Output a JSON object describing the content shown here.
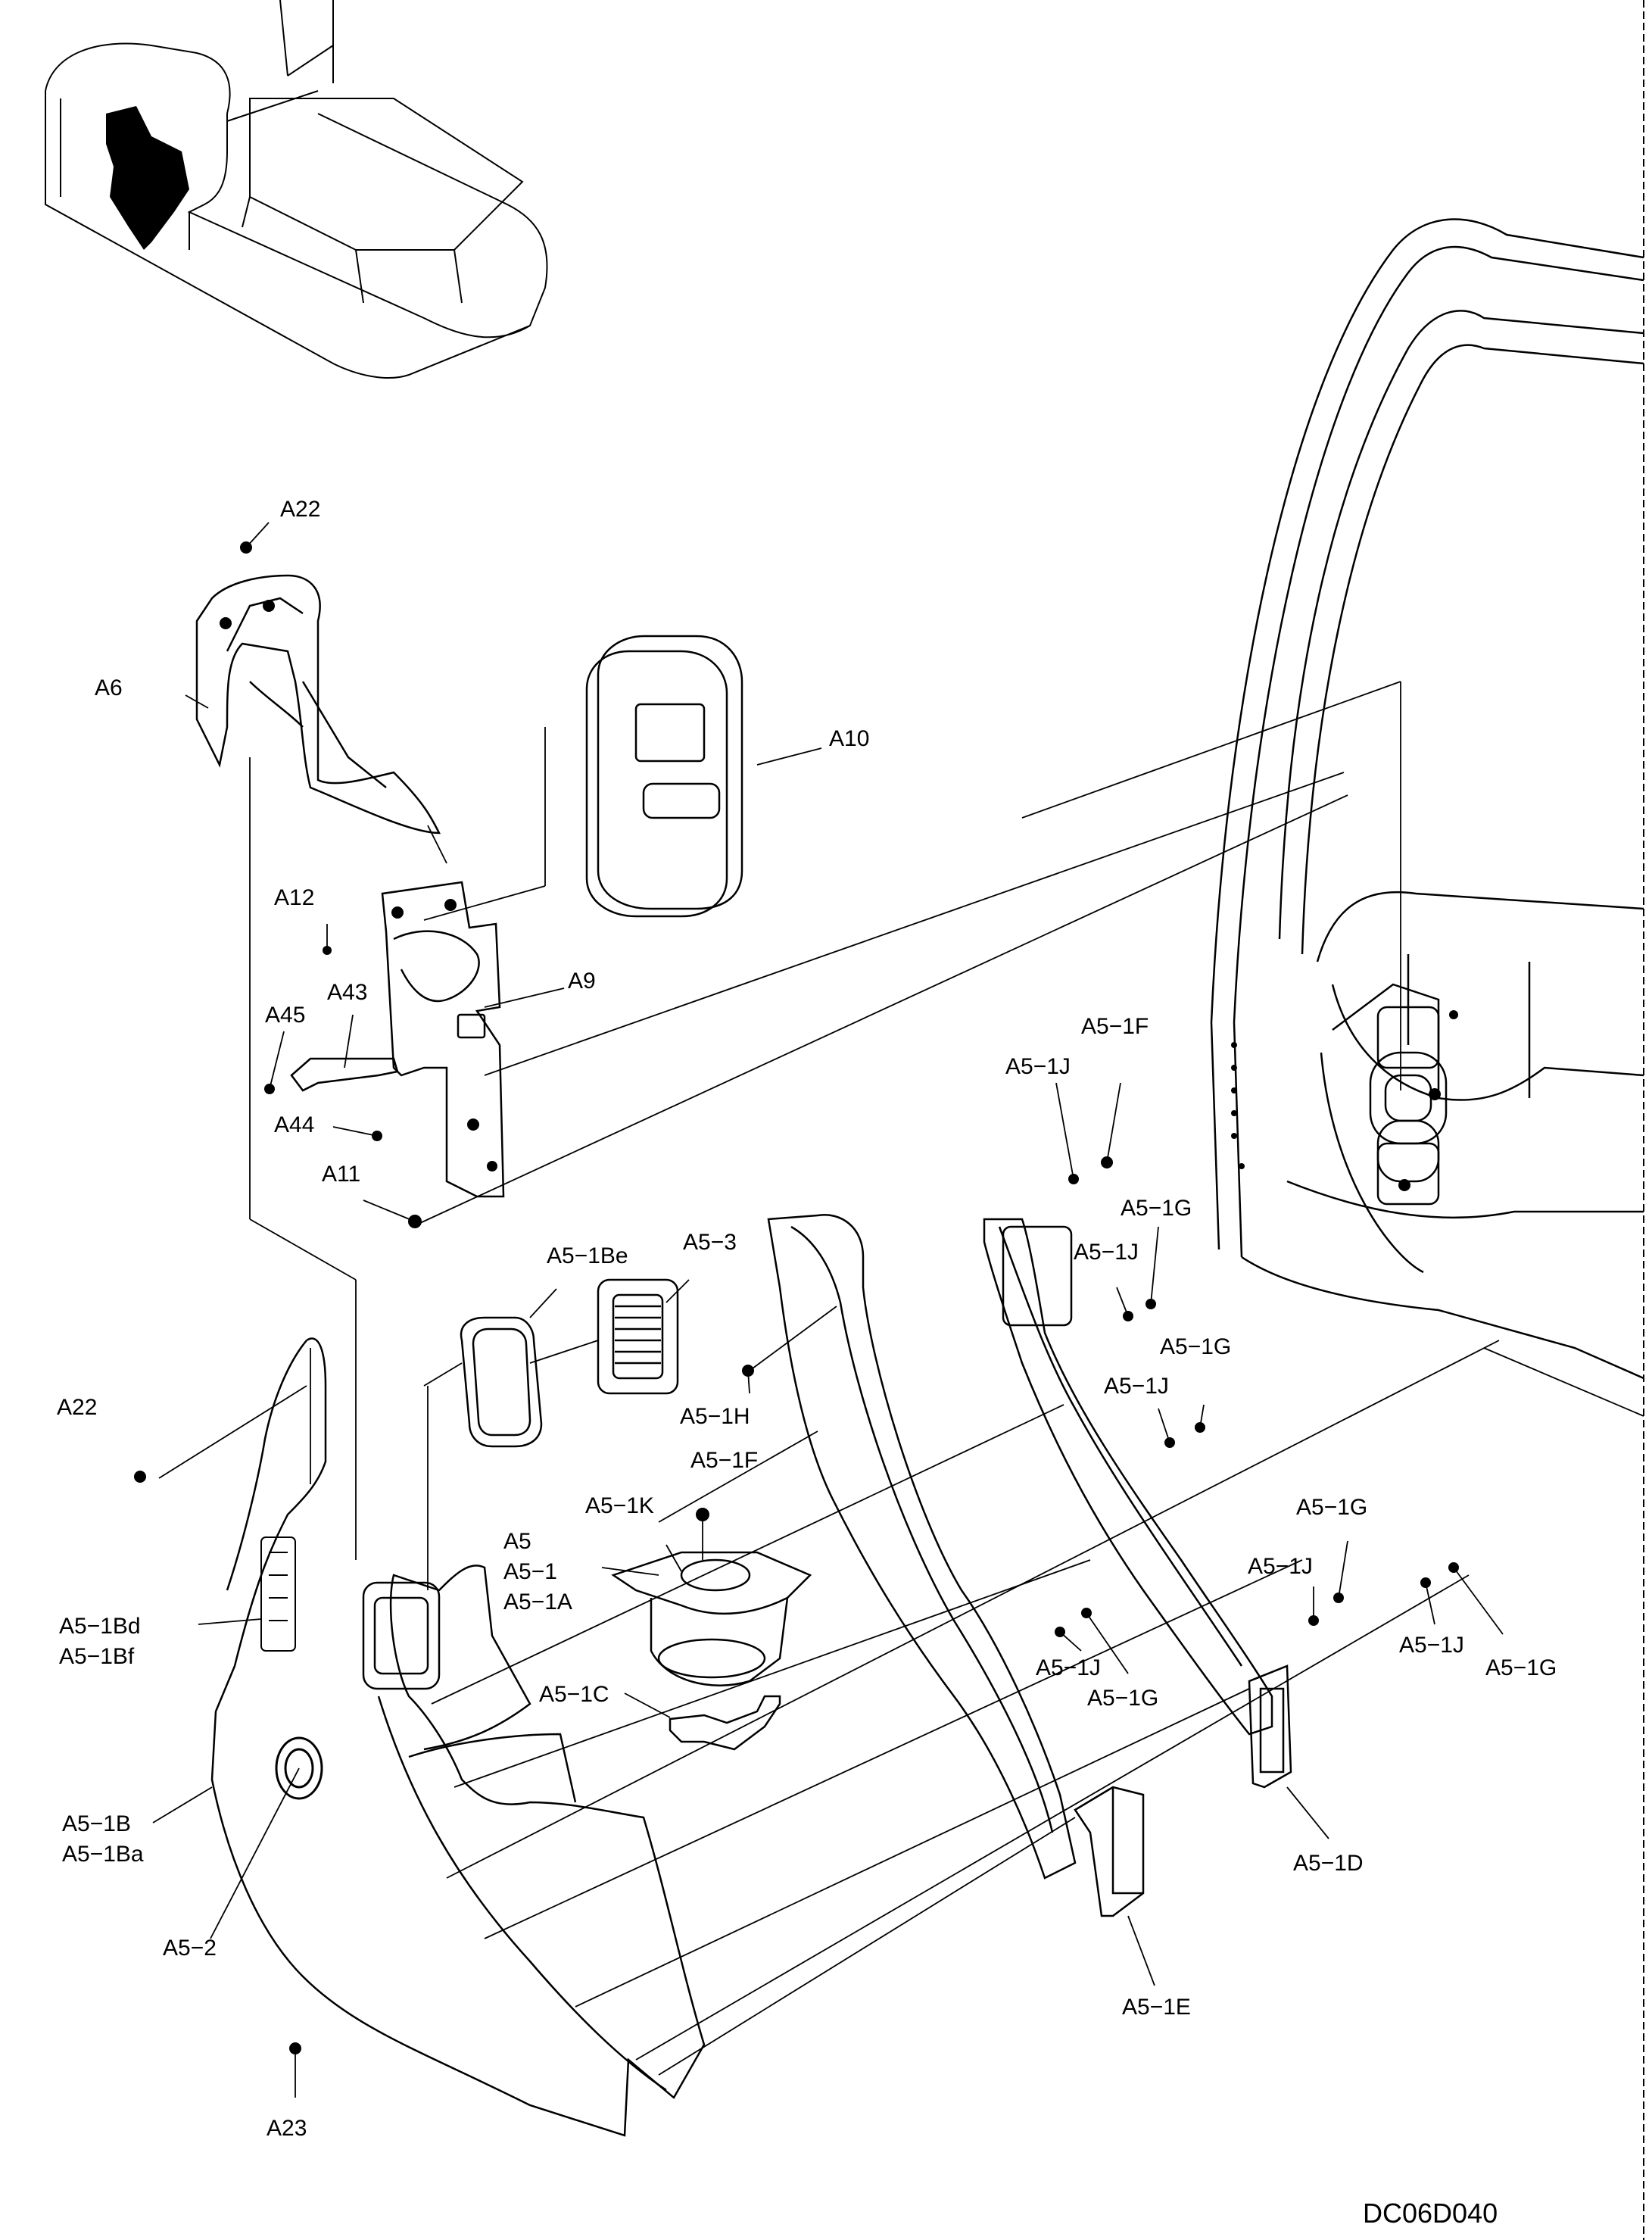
{
  "drawing_code": "DC06D040",
  "labels": {
    "a22_top": "A22",
    "a6": "A6",
    "a10": "A10",
    "a12": "A12",
    "a9": "A9",
    "a43": "A43",
    "a45": "A45",
    "a44": "A44",
    "a11": "A11",
    "a5_1f_top": "A5−1F",
    "a5_1j_top": "A5−1J",
    "a5_1g_1": "A5−1G",
    "a5_1j_2": "A5−1J",
    "a5_1g_2": "A5−1G",
    "a5_1j_3": "A5−1J",
    "a5_1be": "A5−1Be",
    "a5_3": "A5−3",
    "a22_mid": "A22",
    "a5_1h": "A5−1H",
    "a5_1f_mid": "A5−1F",
    "a5_1k": "A5−1K",
    "a5": "A5",
    "a5_1": "A5−1",
    "a5_1a": "A5−1A",
    "a5_1bd": "A5−1Bd",
    "a5_1bf": "A5−1Bf",
    "a5_1g_3": "A5−1G",
    "a5_1j_4": "A5−1J",
    "a5_1j_5": "A5−1J",
    "a5_1g_4": "A5−1G",
    "a5_1j_6": "A5−1J",
    "a5_1g_5": "A5−1G",
    "a5_1c": "A5−1C",
    "a5_1b": "A5−1B",
    "a5_1ba": "A5−1Ba",
    "a5_2": "A5−2",
    "a5_1d": "A5−1D",
    "a5_1e": "A5−1E",
    "a23": "A23"
  }
}
